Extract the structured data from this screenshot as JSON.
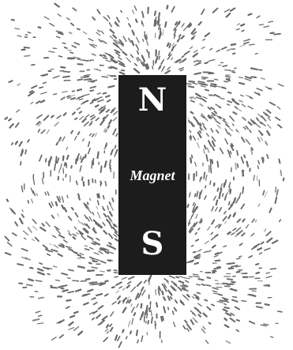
{
  "magnet": {
    "north_label": "N",
    "center_label": "Magnet",
    "south_label": "S",
    "body_color": "#1c1c1c",
    "label_color": "#ffffff"
  },
  "filings": {
    "color": "#6b6b6b",
    "background": "#ffffff"
  }
}
